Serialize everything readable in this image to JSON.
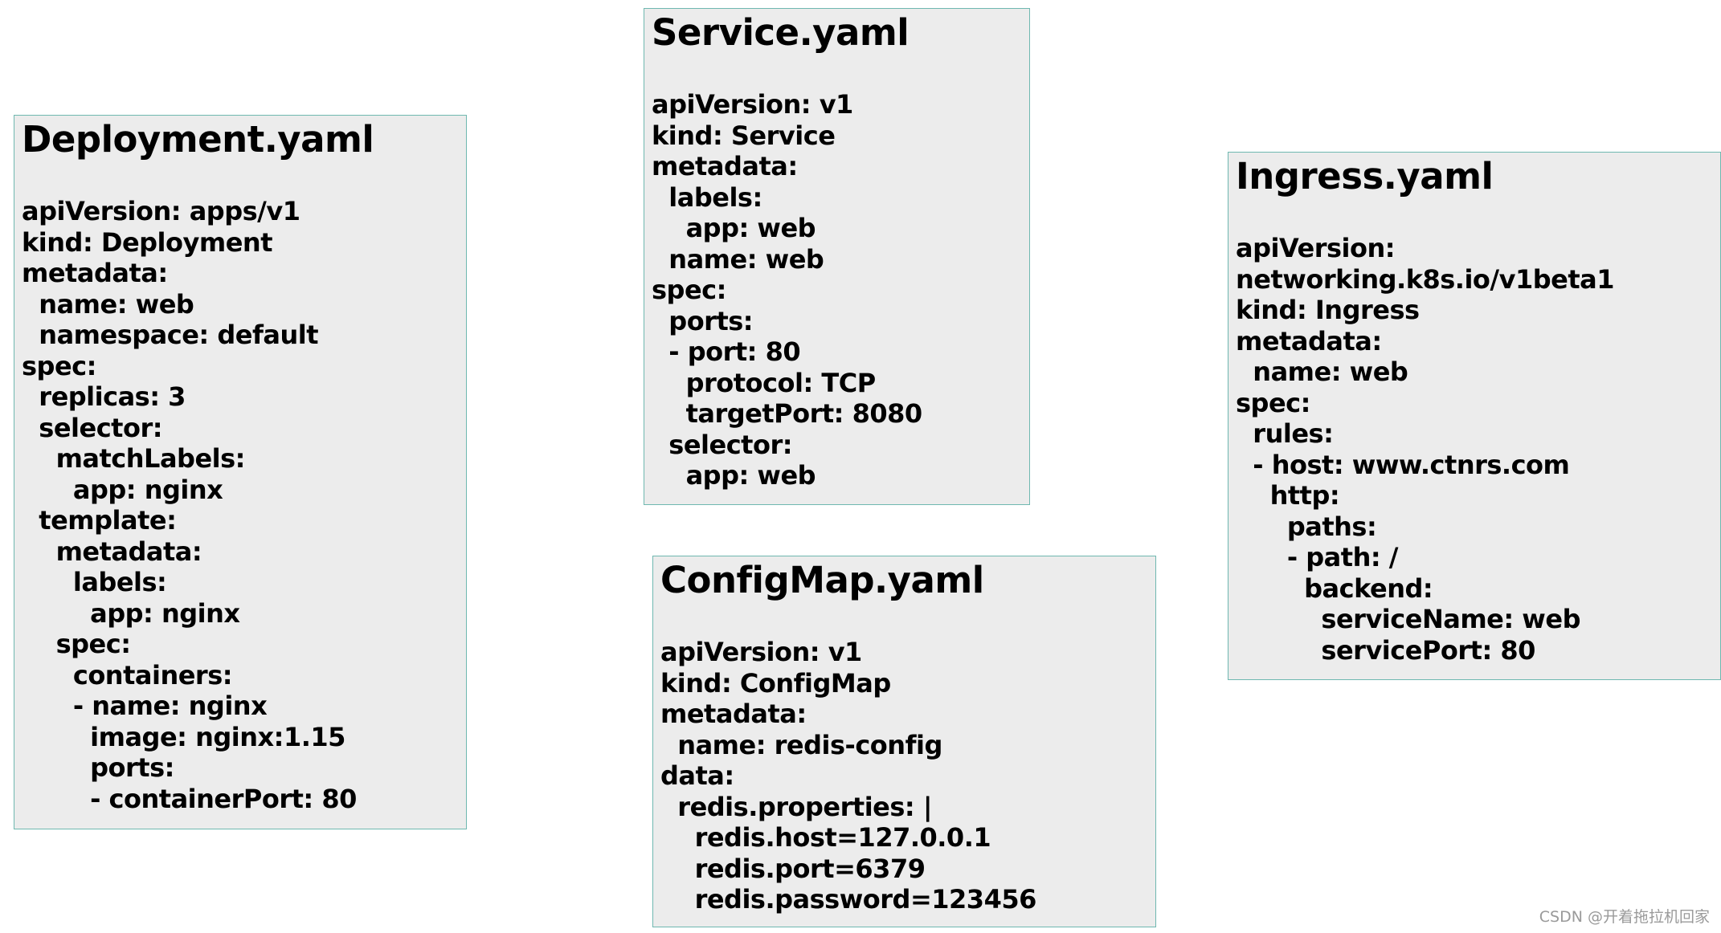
{
  "cards": [
    {
      "id": "card-deployment",
      "title": "Deployment.yaml",
      "lines": [
        "apiVersion: apps/v1",
        "kind: Deployment",
        "metadata:",
        "  name: web",
        "  namespace: default",
        "spec:",
        "  replicas: 3",
        "  selector:",
        "    matchLabels:",
        "      app: nginx",
        "  template:",
        "    metadata:",
        "      labels:",
        "        app: nginx",
        "    spec:",
        "      containers:",
        "      - name: nginx",
        "        image: nginx:1.15",
        "        ports:",
        "        - containerPort: 80"
      ]
    },
    {
      "id": "card-service",
      "title": "Service.yaml",
      "lines": [
        "apiVersion: v1",
        "kind: Service",
        "metadata:",
        "  labels:",
        "    app: web",
        "  name: web",
        "spec:",
        "  ports:",
        "  - port: 80",
        "    protocol: TCP",
        "    targetPort: 8080",
        "  selector:",
        "    app: web"
      ]
    },
    {
      "id": "card-configmap",
      "title": "ConfigMap.yaml",
      "lines": [
        "apiVersion: v1",
        "kind: ConfigMap",
        "metadata:",
        "  name: redis-config",
        "data:",
        "  redis.properties: |",
        "    redis.host=127.0.0.1",
        "    redis.port=6379",
        "    redis.password=123456"
      ]
    },
    {
      "id": "card-ingress",
      "title": "Ingress.yaml",
      "lines": [
        "apiVersion:",
        "networking.k8s.io/v1beta1",
        "kind: Ingress",
        "metadata:",
        "  name: web",
        "spec:",
        "  rules:",
        "  - host: www.ctnrs.com",
        "    http:",
        "      paths:",
        "      - path: /",
        "        backend:",
        "          serviceName: web",
        "          servicePort: 80"
      ]
    }
  ],
  "watermark": "CSDN @开着拖拉机回家",
  "colors": {
    "card_background": "#ececec",
    "card_border": "#6fb8b0",
    "text": "#000000",
    "watermark": "#9a9a9a"
  }
}
